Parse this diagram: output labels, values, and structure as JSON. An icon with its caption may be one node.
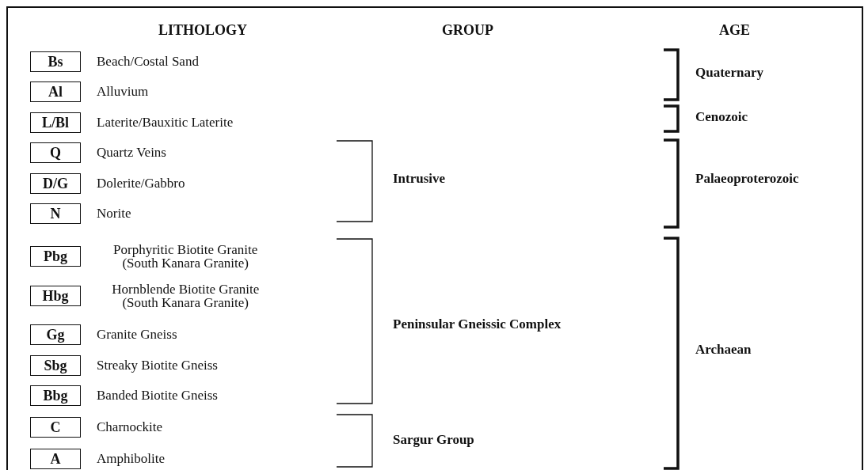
{
  "diagram": {
    "nodes": [
      {
        "text": [
          "Bs"
        ],
        "beside": [
          "Beach/Costal Sand"
        ]
      },
      {
        "text": [
          "Al"
        ],
        "beside": [
          "Alluvium"
        ]
      },
      {
        "text": [
          "L/Bl"
        ],
        "beside": [
          "Laterite/Bauxitic Laterite"
        ]
      },
      {
        "text": [
          "Q"
        ],
        "beside": [
          "Quartz Veins"
        ]
      },
      {
        "text": [
          "D/G"
        ],
        "beside": [
          "Dolerite/Gabbro"
        ]
      },
      {
        "text": [
          "N"
        ],
        "beside": [
          "Norite"
        ]
      },
      {
        "text": [
          "Pbg"
        ],
        "beside": [
          "Porphyritic Biotite Granite (South Kanara Granite)"
        ]
      },
      {
        "text": [
          "Hbg"
        ],
        "beside": [
          "Hornblende Biotite Granite (South Kanara Granite)"
        ]
      },
      {
        "text": [
          "Gg"
        ],
        "beside": [
          "Granite Gneiss"
        ]
      },
      {
        "text": [
          "Sbg"
        ],
        "beside": [
          "Streaky Biotite Gneiss"
        ]
      },
      {
        "text": [
          "Bbg"
        ],
        "beside": [
          "Banded Biotite Gneiss"
        ]
      },
      {
        "text": [
          "C"
        ],
        "beside": [
          "Charnockite"
        ]
      },
      {
        "text": [
          "A"
        ],
        "beside": [
          "Amphibolite"
        ]
      }
    ],
    "labels": [
      "LITHOLOGY",
      "GROUP",
      "AGE",
      "Quaternary",
      "Cenozoic",
      "Intrusive",
      "Palaeoproterozoic",
      "Peninsular Gneissic Complex",
      "Archaean",
      "Sargur Group"
    ]
  }
}
